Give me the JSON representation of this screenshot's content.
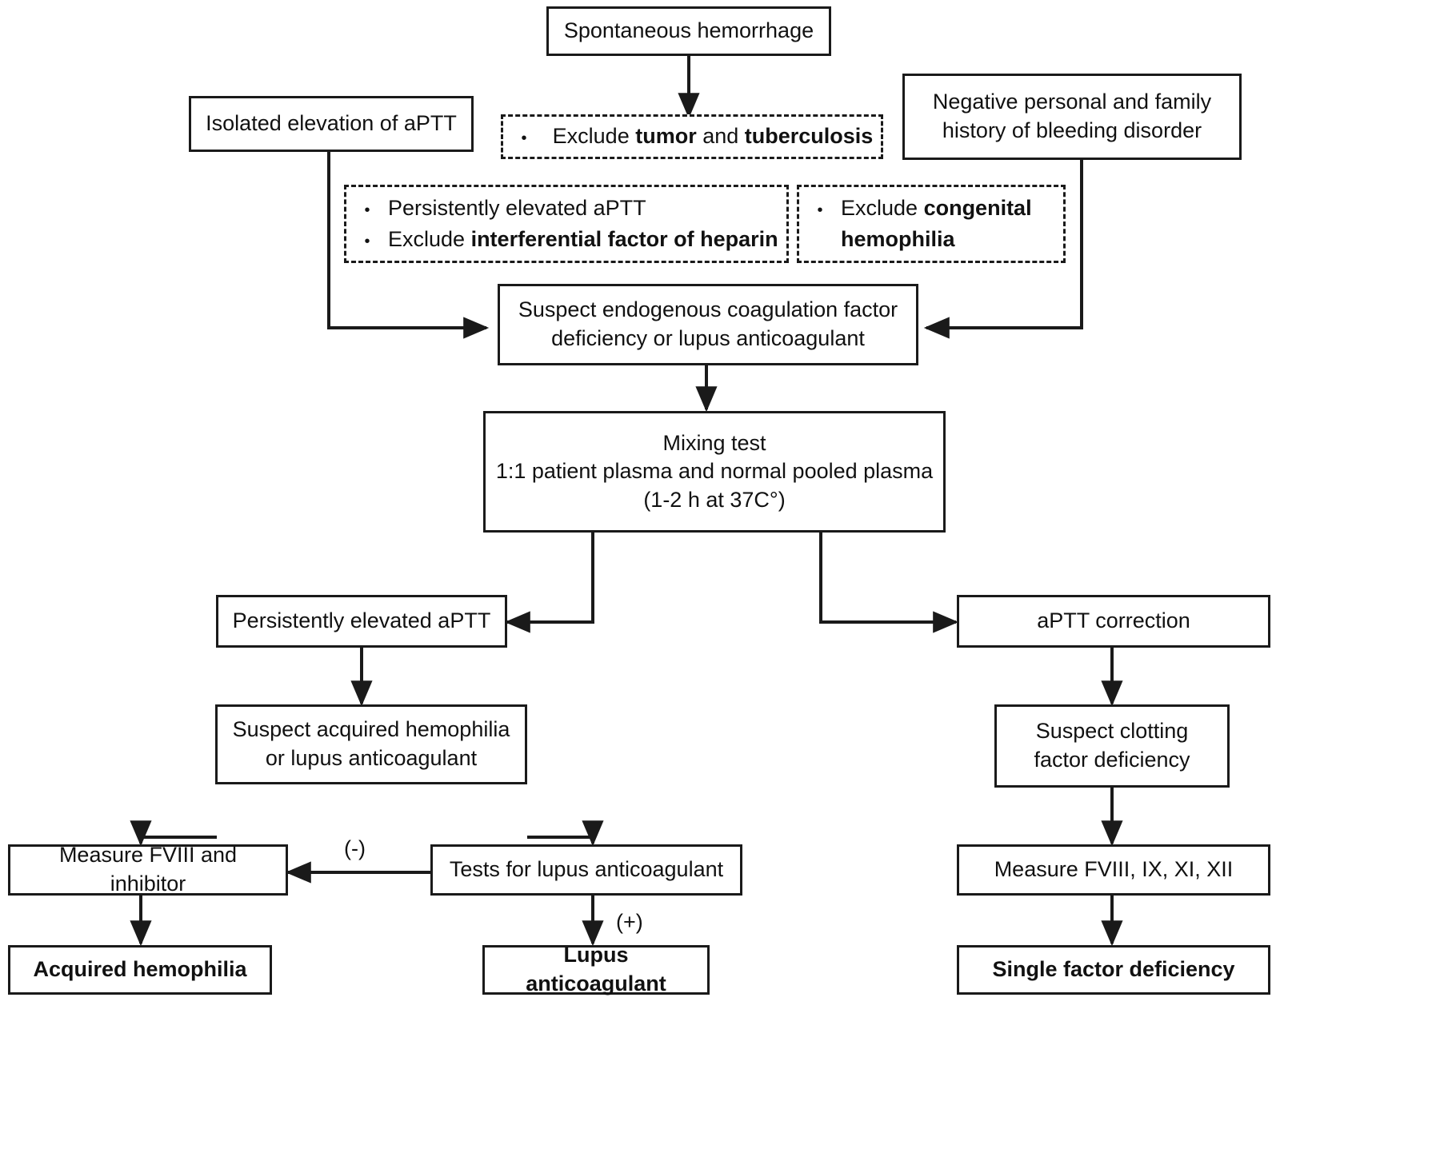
{
  "diagram": {
    "title": "Diagnostic algorithm for spontaneous hemorrhage with isolated aPTT elevation",
    "nodes": {
      "spontaneous_hemorrhage": "Spontaneous hemorrhage",
      "isolated_aptt": "Isolated elevation of aPTT",
      "negative_history_l1": "Negative personal and family",
      "negative_history_l2": "history of bleeding disorder",
      "exclude_tumor_tb_pre": "Exclude ",
      "exclude_tumor_tb_b1": "tumor",
      "exclude_tumor_tb_mid": " and ",
      "exclude_tumor_tb_b2": "tuberculosis",
      "persistently_elevated_aptt_note": "Persistently elevated aPTT",
      "exclude_heparin_pre": "Exclude ",
      "exclude_heparin_bold": "interferential factor of heparin",
      "exclude_congenital_pre": "Exclude ",
      "exclude_congenital_bold_l1": "congenital",
      "exclude_congenital_bold_l2": "hemophilia",
      "suspect_endogenous_l1": "Suspect endogenous coagulation factor",
      "suspect_endogenous_l2": "deficiency or lupus anticoagulant",
      "mixing_test_l1": "Mixing test",
      "mixing_test_l2": "1:1 patient plasma and normal pooled plasma",
      "mixing_test_l3": "(1-2 h at 37C°)",
      "persistently_elevated_aptt": "Persistently elevated aPTT",
      "aptt_correction": "aPTT correction",
      "suspect_acquired_l1": "Suspect acquired hemophilia",
      "suspect_acquired_l2": "or lupus anticoagulant",
      "suspect_clotting_l1": "Suspect clotting",
      "suspect_clotting_l2": "factor deficiency",
      "measure_fviii_inhibitor": "Measure FVIII and inhibitor",
      "tests_lupus": "Tests for lupus anticoagulant",
      "measure_factors": "Measure FVIII, IX, XI, XII",
      "acquired_hemophilia": "Acquired hemophilia",
      "lupus_anticoagulant": "Lupus anticoagulant",
      "single_factor_deficiency": "Single factor deficiency"
    },
    "edge_labels": {
      "negative": "(-)",
      "positive": "(+)"
    },
    "colors": {
      "stroke": "#1a1a1a",
      "text": "#111111",
      "background": "#ffffff"
    }
  }
}
